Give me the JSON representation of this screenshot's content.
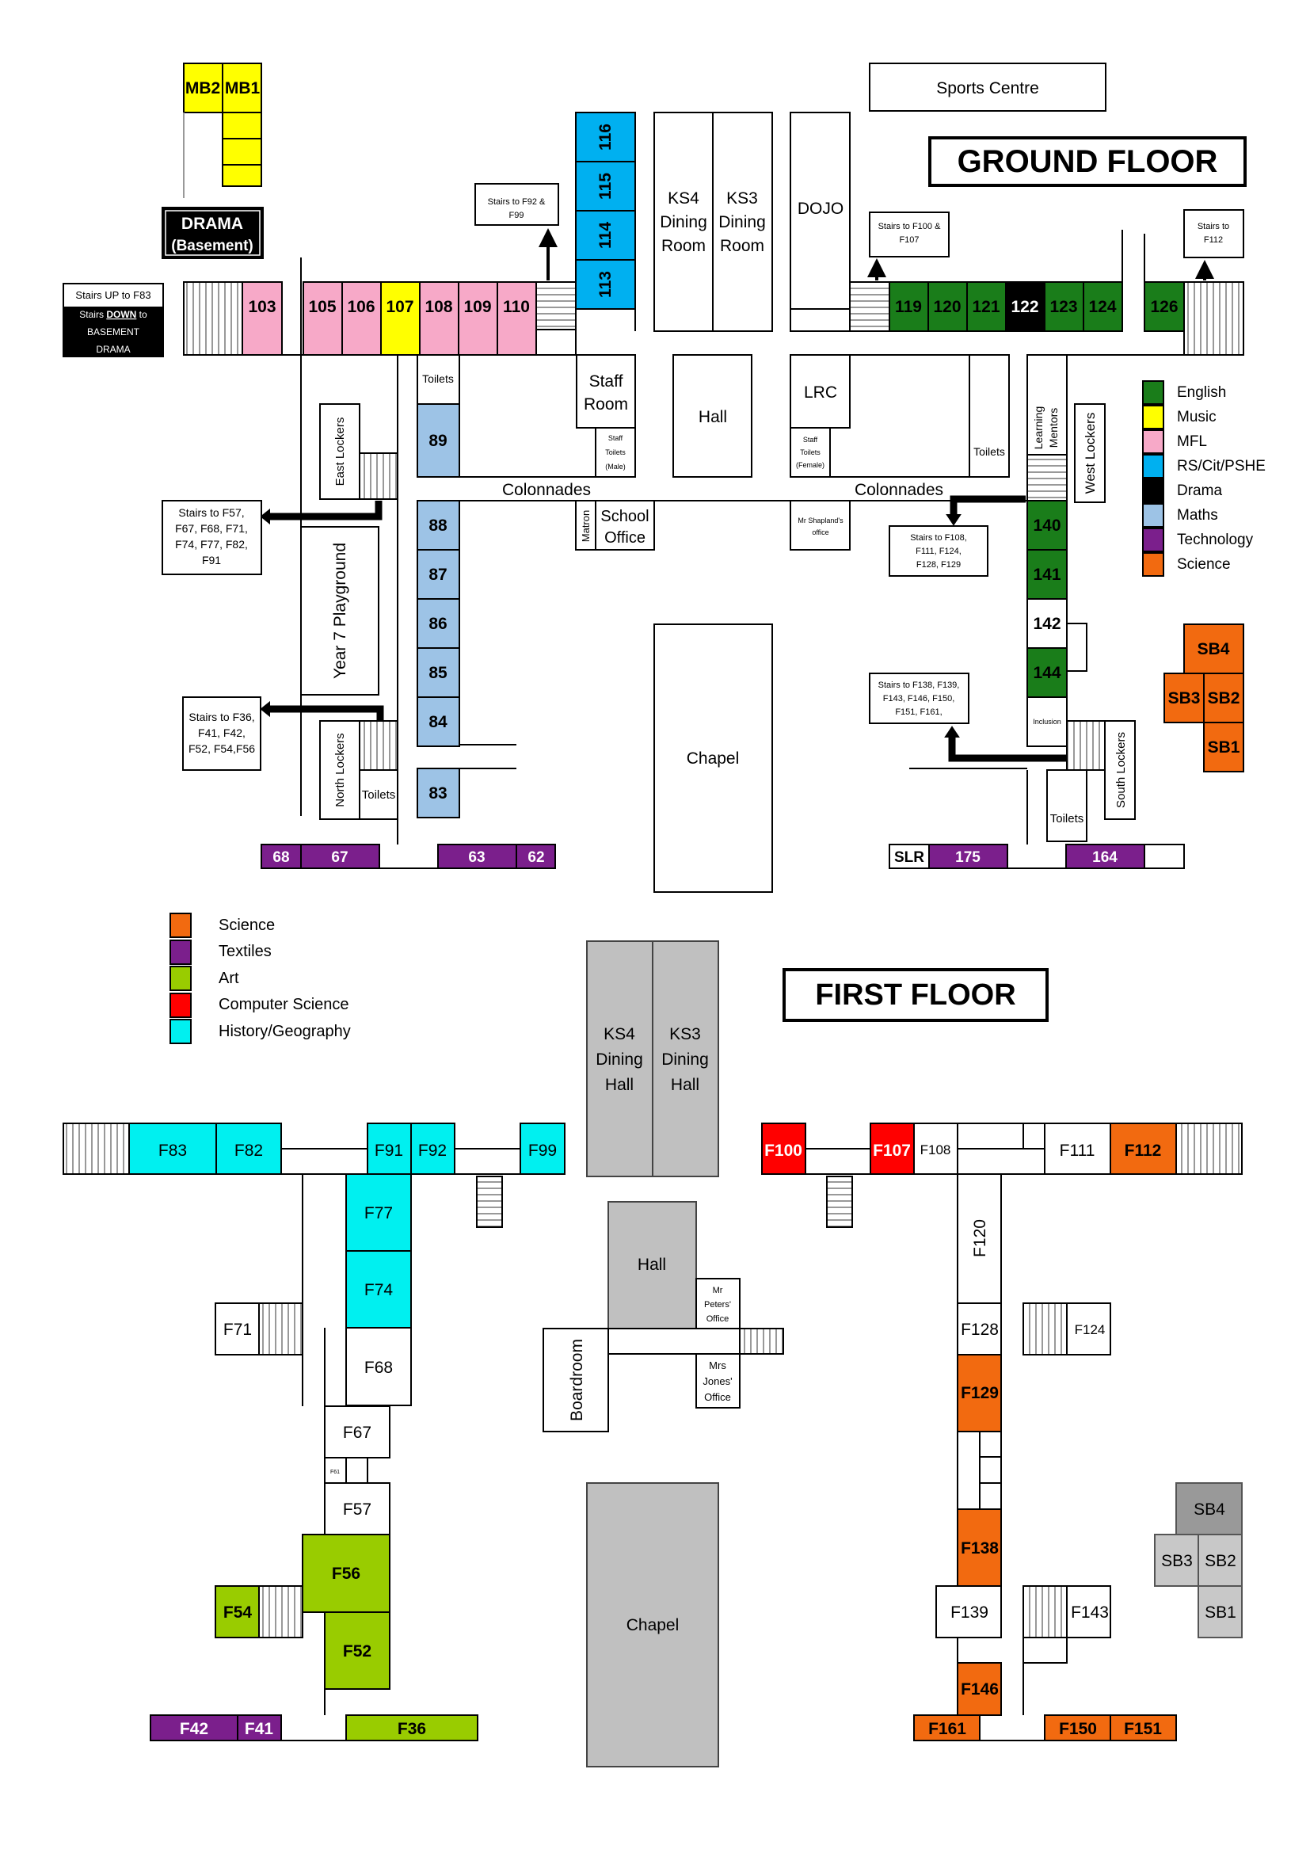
{
  "ground_floor": {
    "title": "GROUND FLOOR",
    "legend": [
      {
        "name": "English",
        "color": "#1a7d1a"
      },
      {
        "name": "Music",
        "color": "#ffff00"
      },
      {
        "name": "MFL",
        "color": "#f7a9c8"
      },
      {
        "name": "RS/Cit/PSHE",
        "color": "#00b0f0"
      },
      {
        "name": "Drama",
        "color": "#000000"
      },
      {
        "name": "Maths",
        "color": "#9dc3e6"
      },
      {
        "name": "Technology",
        "color": "#7b1f8c"
      },
      {
        "name": "Science",
        "color": "#f26a10"
      }
    ],
    "rooms": {
      "mb2": "MB2",
      "mb1": "MB1",
      "drama_title": "DRAMA",
      "drama_sub": "(Basement)",
      "stairs_f83_1": "Stairs UP to F83",
      "stairs_f83_2": "Stairs",
      "stairs_f83_down": "DOWN",
      "stairs_f83_3": "to",
      "stairs_f83_4": "BASEMENT",
      "stairs_f83_5": "DRAMA",
      "r103": "103",
      "r105": "105",
      "r106": "106",
      "r107": "107",
      "r108": "108",
      "r109": "109",
      "r110": "110",
      "stairs_f92_1": "Stairs to F92 &",
      "stairs_f92_2": "F99",
      "r113": "113",
      "r114": "114",
      "r115": "115",
      "r116": "116",
      "ks4_1": "KS4",
      "ks4_2": "Dining",
      "ks4_3": "Room",
      "ks3_1": "KS3",
      "ks3_2": "Dining",
      "ks3_3": "Room",
      "dojo": "DOJO",
      "sports": "Sports Centre",
      "stairs_f100_1": "Stairs to F100 &",
      "stairs_f100_2": "F107",
      "r119": "119",
      "r120": "120",
      "r121": "121",
      "r122": "122",
      "r123": "123",
      "r124": "124",
      "r126": "126",
      "stairs_f112_1": "Stairs to",
      "stairs_f112_2": "F112",
      "toilets": "Toilets",
      "r89": "89",
      "staff_1": "Staff",
      "staff_2": "Room",
      "staff_toilets_m_1": "Staff",
      "staff_toilets_m_2": "Toilets",
      "staff_toilets_m_3": "(Male)",
      "hall": "Hall",
      "lrc": "LRC",
      "staff_toilets_f_1": "Staff",
      "staff_toilets_f_2": "Toilets",
      "staff_toilets_f_3": "(Female)",
      "toilets_lrc": "Toilets",
      "learning_1": "Learning",
      "learning_2": "Mentors",
      "west_lockers": "West Lockers",
      "east_lockers": "East Lockers",
      "colonnades_1": "Colonnades",
      "colonnades_2": "Colonnades",
      "stairs_f57_1": "Stairs to F57,",
      "stairs_f57_2": "F67,  F68,  F71,",
      "stairs_f57_3": "F74,  F77, F82,",
      "stairs_f57_4": "F91",
      "r88": "88",
      "r87": "87",
      "r86": "86",
      "r85": "85",
      "r84": "84",
      "r83": "83",
      "matron": "Matron",
      "school_office_1": "School",
      "school_office_2": "Office",
      "shapland_1": "Mr Shapland's",
      "shapland_2": "office",
      "stairs_f108_1": "Stairs to F108,",
      "stairs_f108_2": "F111, F124,",
      "stairs_f108_3": "F128, F129",
      "r140": "140",
      "r141": "141",
      "r142": "142",
      "r144": "144",
      "inclusion": "Inclusion",
      "year7": "Year 7 Playground",
      "stairs_f36_1": "Stairs to F36,",
      "stairs_f36_2": "F41,  F42,",
      "stairs_f36_3": "F52, F54,F56",
      "chapel": "Chapel",
      "stairs_f138_1": "Stairs to F138, F139,",
      "stairs_f138_2": "F143, F146, F150,",
      "stairs_f138_3": "F151, F161,",
      "sb4": "SB4",
      "sb3": "SB3",
      "sb2": "SB2",
      "sb1": "SB1",
      "north_lockers": "North Lockers",
      "toilets_n": "Toilets",
      "south_lockers": "South Lockers",
      "toilets_s": "Toilets",
      "r68": "68",
      "r67": "67",
      "r63": "63",
      "r62": "62",
      "slr": "SLR",
      "r175": "175",
      "r164": "164"
    }
  },
  "first_floor": {
    "title": "FIRST FLOOR",
    "legend": [
      {
        "name": "Science",
        "color": "#f26a10"
      },
      {
        "name": "Textiles",
        "color": "#7b1f8c"
      },
      {
        "name": "Art",
        "color": "#99cc00"
      },
      {
        "name": "Computer Science",
        "color": "#ff0000"
      },
      {
        "name": "History/Geography",
        "color": "#00f0f0"
      }
    ],
    "rooms": {
      "ks4_1": "KS4",
      "ks4_2": "Dining",
      "ks4_3": "Hall",
      "ks3_1": "KS3",
      "ks3_2": "Dining",
      "ks3_3": "Hall",
      "f83": "F83",
      "f82": "F82",
      "f91": "F91",
      "f92": "F92",
      "f99": "F99",
      "f100": "F100",
      "f107": "F107",
      "f108": "F108",
      "f111": "F111",
      "f112": "F112",
      "f77": "F77",
      "f74": "F74",
      "f71": "F71",
      "f68": "F68",
      "f67": "F67",
      "f61": "F61",
      "f57": "F57",
      "f56": "F56",
      "f54": "F54",
      "f52": "F52",
      "f42": "F42",
      "f41": "F41",
      "f36": "F36",
      "hall": "Hall",
      "peters_1": "Mr",
      "peters_2": "Peters'",
      "peters_3": "Office",
      "boardroom": "Boardroom",
      "jones_1": "Mrs",
      "jones_2": "Jones'",
      "jones_3": "Office",
      "chapel": "Chapel",
      "f120": "F120",
      "f128": "F128",
      "f124": "F124",
      "f129": "F129",
      "f138": "F138",
      "f139": "F139",
      "f143": "F143",
      "f146": "F146",
      "f161": "F161",
      "f150": "F150",
      "f151": "F151",
      "sb4": "SB4",
      "sb3": "SB3",
      "sb2": "SB2",
      "sb1": "SB1"
    }
  }
}
